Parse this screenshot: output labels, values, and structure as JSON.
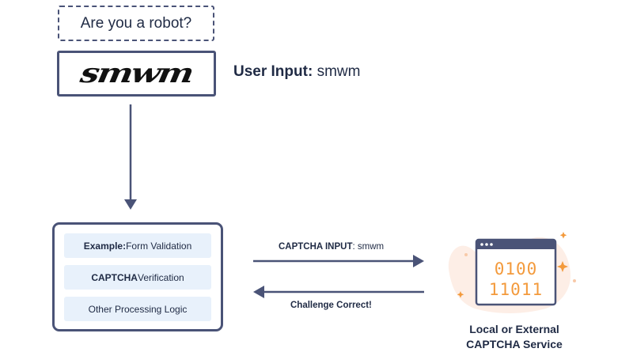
{
  "question": "Are you a robot?",
  "captcha_image_text": "smwm",
  "user_input": {
    "label": "User Input:",
    "value": "smwm"
  },
  "steps": [
    {
      "bold": "Example:",
      "text": " Form Validation"
    },
    {
      "bold": "CAPTCHA",
      "text": " Verification"
    },
    {
      "bold": "",
      "text": "Other Processing Logic"
    }
  ],
  "request_arrow": {
    "bold": "CAPTCHA INPUT",
    "text": ": smwm"
  },
  "response_arrow": {
    "bold": "Challenge Correct!",
    "text": ""
  },
  "service": {
    "line1": "Local or External",
    "line2": "CAPTCHA Service"
  },
  "binary": {
    "line1": "0100",
    "line2": "11011"
  },
  "colors": {
    "stroke": "#4a5377",
    "step_fill": "#e8f1fb",
    "accent_orange": "#f39a3c",
    "blob_fill": "#fdeee6"
  }
}
